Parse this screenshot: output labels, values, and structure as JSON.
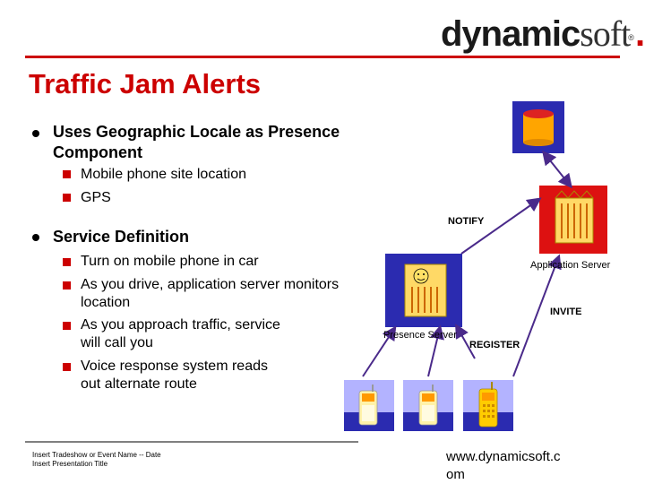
{
  "logo": {
    "part1": "dynamic",
    "part2": "soft",
    "dot": ".",
    "reg": "®"
  },
  "title": "Traffic Jam Alerts",
  "bullets": [
    {
      "line1": "Uses Geographic Locale as Presence",
      "line2": "Component",
      "sub": [
        "Mobile phone site location",
        "GPS"
      ]
    },
    {
      "line1": "Service Definition",
      "sub": [
        [
          "Turn on mobile phone in car"
        ],
        [
          "As you drive, application server monitors",
          "location"
        ],
        [
          "As you approach traffic, service",
          "will call you"
        ],
        [
          "Voice response system reads",
          "out alternate route"
        ]
      ]
    }
  ],
  "diagram": {
    "notify": "NOTIFY",
    "app_server": "Application Server",
    "invite": "INVITE",
    "presence_server": "Presence Server",
    "register": "REGISTER"
  },
  "footer": {
    "line1": "Insert Tradeshow or Event Name -- Date",
    "line2": "Insert Presentation Title"
  },
  "url": {
    "line1": "www.dynamicsoft.c",
    "line2": "om"
  },
  "colors": {
    "accent": "#cc0000",
    "panel_blue": "#2b2bb0",
    "panel_yellow": "#ffd966"
  }
}
